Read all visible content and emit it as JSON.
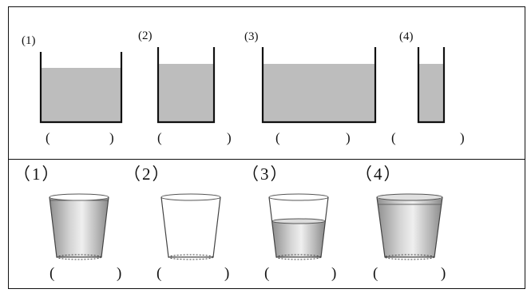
{
  "top_section": {
    "containers": [
      {
        "label": "(1)",
        "answer_open": "(",
        "answer_close": ")"
      },
      {
        "label": "(2)",
        "answer_open": "(",
        "answer_close": ")"
      },
      {
        "label": "(3)",
        "answer_open": "(",
        "answer_close": ")"
      },
      {
        "label": "(4)",
        "answer_open": "(",
        "answer_close": ")"
      }
    ]
  },
  "bottom_section": {
    "cups": [
      {
        "label": "（1）",
        "answer_open": "(",
        "answer_close": ")",
        "fill_level": "full"
      },
      {
        "label": "（2）",
        "answer_open": "(",
        "answer_close": ")",
        "fill_level": "empty"
      },
      {
        "label": "（3）",
        "answer_open": "(",
        "answer_close": ")",
        "fill_level": "half"
      },
      {
        "label": "（4）",
        "answer_open": "(",
        "answer_close": ")",
        "fill_level": "full-to-brim"
      }
    ]
  },
  "colors": {
    "water_fill": "#bdbdbd",
    "line": "#111111"
  }
}
